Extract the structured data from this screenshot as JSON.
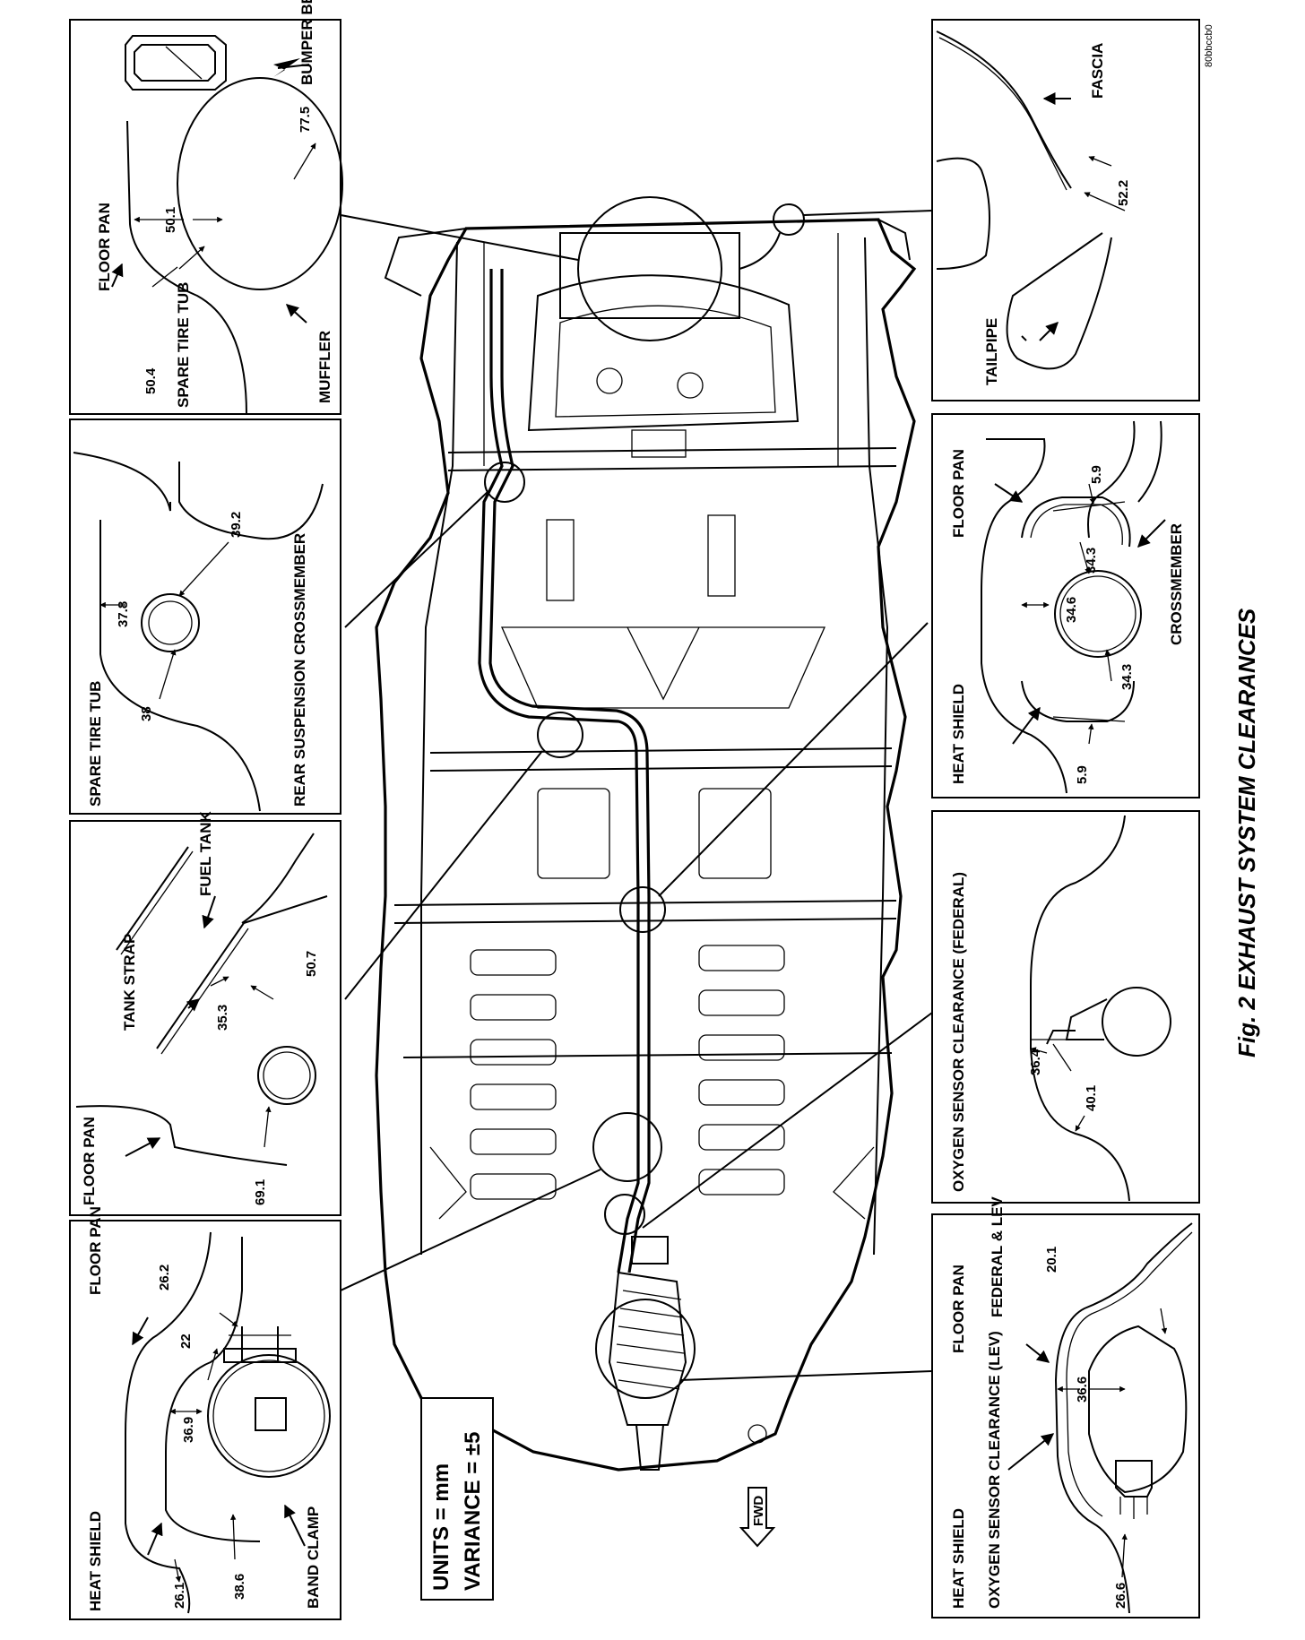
{
  "figure": {
    "caption": "Fig. 2 EXHAUST SYSTEM CLEARANCES",
    "code": "80bbccb0",
    "units": "UNITS = mm",
    "variance": "VARIANCE = ±5",
    "fwd": "FWD"
  },
  "panels": {
    "muffler": {
      "bumper_beam": "BUMPER BEAM",
      "floor_pan": "FLOOR PAN",
      "spare_tire_tub": "SPARE TIRE TUB",
      "muffler": "MUFFLER",
      "d1": "77.5",
      "d2": "50.1",
      "d3": "50.4"
    },
    "crossmember": {
      "spare_tire_tub": "SPARE TIRE TUB",
      "rear_suspension_crossmember": "REAR SUSPENSION CROSSMEMBER",
      "d1": "39.2",
      "d2": "37.8",
      "d3": "38"
    },
    "fuel_tank": {
      "fuel_tank": "FUEL TANK",
      "tank_strap": "TANK STRAP",
      "floor_pan": "FLOOR PAN",
      "d1": "50.7",
      "d2": "35.3",
      "d3": "69.1"
    },
    "band_clamp": {
      "floor_pan": "FLOOR PAN",
      "heat_shield": "HEAT SHIELD",
      "band_clamp": "BAND CLAMP",
      "d1": "26.2",
      "d2": "22",
      "d3": "36.9",
      "d4": "38.6",
      "d5": "26.1"
    },
    "tailpipe": {
      "fascia": "FASCIA",
      "tailpipe": "TAILPIPE",
      "d1": "52.2"
    },
    "heat_shield": {
      "floor_pan": "FLOOR PAN",
      "crossmember": "CROSSMEMBER",
      "heat_shield": "HEAT SHIELD",
      "d1": "5.9",
      "d2": "34.3",
      "d3": "34.6",
      "d4": "34.3",
      "d5": "5.9"
    },
    "oxygen_federal": {
      "title": "OXYGEN SENSOR CLEARANCE (FEDERAL)",
      "d1": "36.4",
      "d2": "40.1"
    },
    "oxygen_lev": {
      "floor_pan": "FLOOR PAN",
      "federal_lev": "FEDERAL & LEV",
      "heat_shield": "HEAT SHIELD",
      "oxygen_lev": "OXYGEN SENSOR CLEARANCE (LEV)",
      "d1": "20.1",
      "d2": "36.6",
      "d3": "26.6"
    }
  }
}
